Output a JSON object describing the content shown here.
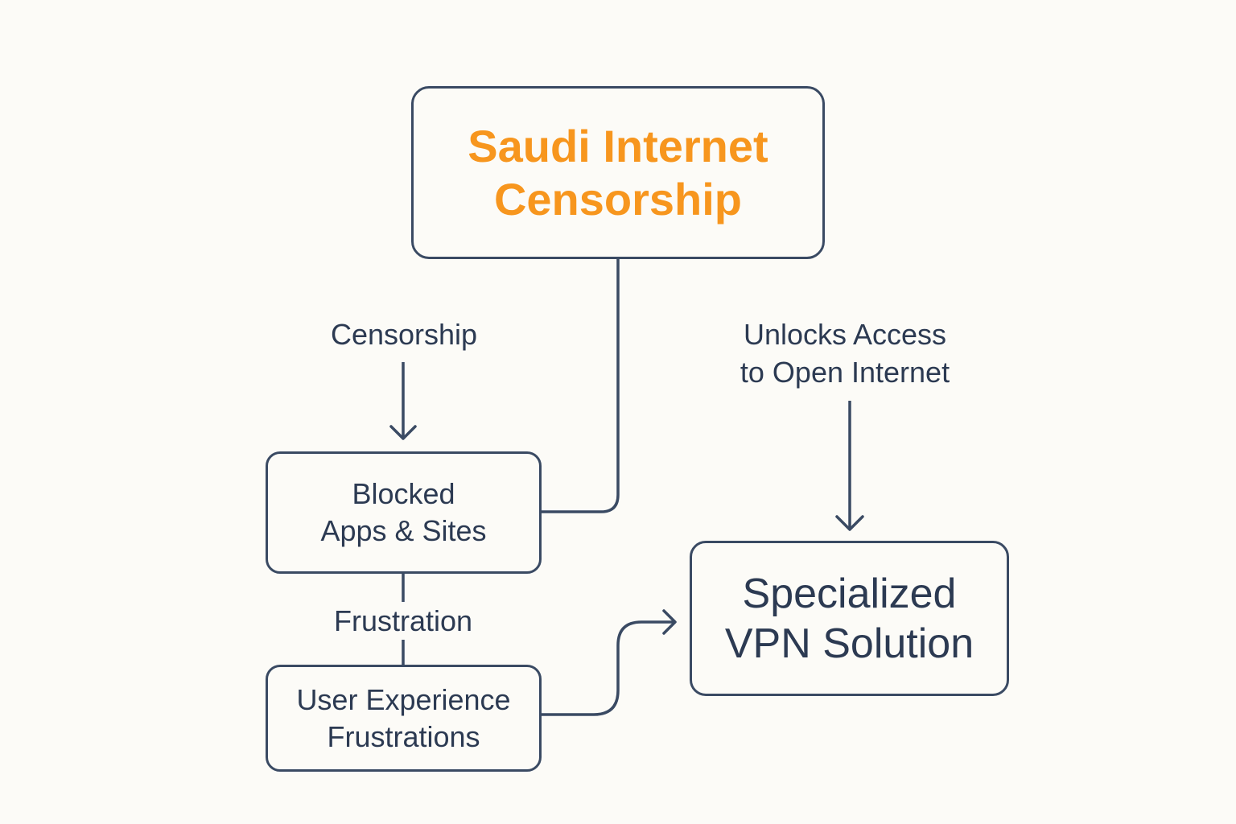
{
  "diagram": {
    "nodes": {
      "top": {
        "lines": [
          "Saudi Internet",
          "Censorship"
        ]
      },
      "blocked": {
        "lines": [
          "Blocked",
          "Apps & Sites"
        ]
      },
      "ux": {
        "lines": [
          "User Experience",
          "Frustrations"
        ]
      },
      "vpn": {
        "lines": [
          "Specialized",
          "VPN Solution"
        ]
      }
    },
    "edge_labels": {
      "censorship": "Censorship",
      "unlocks": [
        "Unlocks Access",
        "to Open Internet"
      ],
      "frustration": "Frustration"
    },
    "edges": [
      {
        "from": "top",
        "to": "blocked",
        "label": "Censorship"
      },
      {
        "from": "blocked",
        "to": "ux",
        "label": "Frustration"
      },
      {
        "from": "ux",
        "to": "vpn",
        "label": ""
      },
      {
        "from": "unlocks-label",
        "to": "vpn",
        "label": "Unlocks Access to Open Internet"
      }
    ],
    "colors": {
      "accent": "#f7961e",
      "stroke": "#3a4a63",
      "text": "#2c3a52",
      "background": "#fcfbf7"
    }
  }
}
